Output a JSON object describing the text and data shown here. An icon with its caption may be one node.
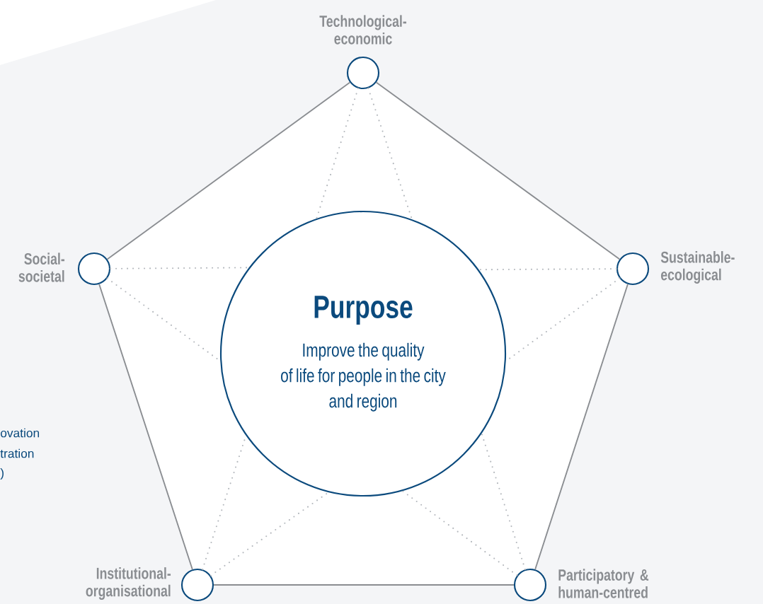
{
  "diagram": {
    "nodes": [
      {
        "text": [],
        "shape": "circle",
        "beside": [
          "Technological- economic"
        ]
      },
      {
        "text": [],
        "shape": "circle",
        "beside": [
          "Social- societal"
        ]
      },
      {
        "text": [],
        "shape": "circle",
        "beside": [
          "Sustainable- ecological"
        ]
      },
      {
        "text": [
          "Purpose",
          "Improve the quality of life for people in the city and region"
        ]
      },
      {
        "text": [],
        "shape": "circle",
        "beside": [
          "Institutional- organisational"
        ]
      },
      {
        "text": [],
        "shape": "circle",
        "beside": [
          "Participatory & human-centred"
        ]
      }
    ],
    "edges": [
      {
        "from": 0,
        "to": 1,
        "arrow": "none"
      },
      {
        "from": 0,
        "to": 2,
        "arrow": "none"
      },
      {
        "from": 1,
        "to": 4,
        "arrow": "none"
      },
      {
        "from": 2,
        "to": 5,
        "arrow": "none"
      },
      {
        "from": 4,
        "to": 5,
        "arrow": "none"
      },
      {
        "from": 0,
        "to": 3,
        "arrow": "none",
        "style": "dashed",
        "color": "#b4b8bd"
      },
      {
        "from": 0,
        "to": 3,
        "arrow": "none",
        "style": "dashed",
        "color": "#b4b8bd"
      },
      {
        "from": 1,
        "to": 3,
        "arrow": "none",
        "style": "dashed",
        "color": "#b4b8bd"
      },
      {
        "from": 1,
        "to": 3,
        "arrow": "none",
        "style": "dashed",
        "color": "#b4b8bd"
      },
      {
        "from": 2,
        "to": 3,
        "arrow": "none",
        "style": "dashed",
        "color": "#b4b8bd"
      },
      {
        "from": 2,
        "to": 3,
        "arrow": "none",
        "style": "dashed",
        "color": "#b4b8bd"
      },
      {
        "from": 4,
        "to": 3,
        "arrow": "none",
        "style": "dashed",
        "color": "#b4b8bd"
      },
      {
        "from": 4,
        "to": 3,
        "arrow": "none",
        "style": "dashed",
        "color": "#b4b8bd"
      },
      {
        "from": 5,
        "to": 3,
        "arrow": "none",
        "style": "dashed",
        "color": "#b4b8bd"
      },
      {
        "from": 5,
        "to": 3,
        "arrow": "none",
        "style": "dashed",
        "color": "#b4b8bd"
      }
    ],
    "labels": [
      "ovation",
      "tration",
      ")"
    ]
  }
}
